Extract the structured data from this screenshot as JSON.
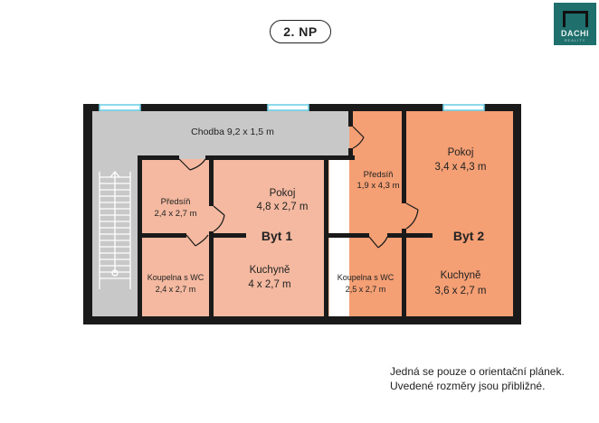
{
  "floor_label": "2. NP",
  "logo": {
    "word": "DACHI",
    "sub": "REALITY"
  },
  "rooms": {
    "corridor": "Chodba 9,2 x 1,5 m",
    "hall1_name": "Předsíň",
    "hall1_size": "2,4 x 2,7 m",
    "room1_name": "Pokoj",
    "room1_size": "4,8 x 2,7 m",
    "bath1_name": "Koupelna s WC",
    "bath1_size": "2,4 x 2,7 m",
    "kitchen1_name": "Kuchyně",
    "kitchen1_size": "4 x 2,7 m",
    "hall2_name": "Předsíň",
    "hall2_size": "1,9 x 4,3 m",
    "room2_name": "Pokoj",
    "room2_size": "3,4 x 4,3 m",
    "bath2_name": "Koupelna s WC",
    "bath2_size": "2,5 x 2,7 m",
    "kitchen2_name": "Kuchyně",
    "kitchen2_size": "3,6 x 2,7 m"
  },
  "units": {
    "unit1": "Byt 1",
    "unit2": "Byt 2"
  },
  "colors": {
    "corridor": "#c8c8c8",
    "unit1": "#f4b9a0",
    "unit2": "#f49f74",
    "wall": "#1a1a1a",
    "window": "#6fd0e6"
  },
  "note": {
    "line1": "Jedná se pouze o orientační plánek.",
    "line2": "Uvedené rozměry jsou přibližné."
  }
}
